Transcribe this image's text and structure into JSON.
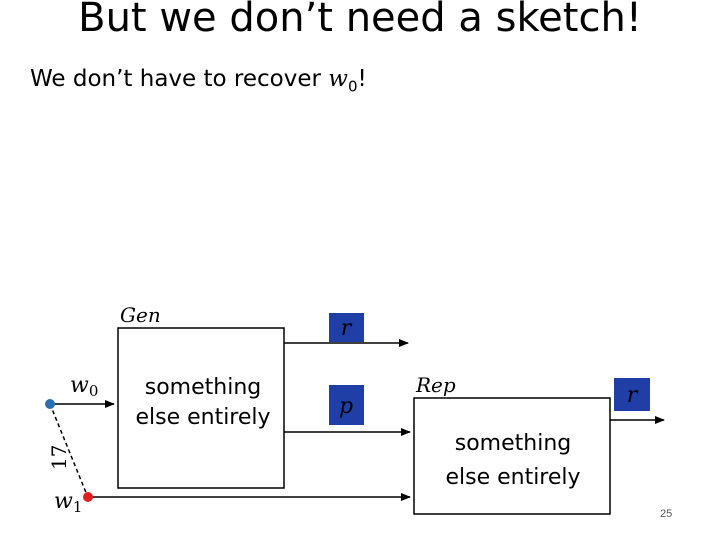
{
  "slide": {
    "title": "But we don’t need a sketch!",
    "subtitle_pre": "We don’t have to recover ",
    "subtitle_var": "w",
    "subtitle_sub": "0",
    "subtitle_post": "!",
    "page_number": "25"
  },
  "diagram": {
    "gen_label": "Gen",
    "gen_body_line1": "something",
    "gen_body_line2": "else entirely",
    "rep_label": "Rep",
    "rep_body_line1": "something",
    "rep_body_line2": "else entirely",
    "r_output_gen": "r",
    "p_output_gen": "p",
    "r_output_rep": "r",
    "w0_var": "w",
    "w0_sub": "0",
    "w1_var": "w",
    "w1_sub": "1",
    "distance_label": "17",
    "colors": {
      "key_box": "#1f3fa6",
      "w0_point": "#2a6fb0",
      "w1_point": "#e02020"
    }
  }
}
